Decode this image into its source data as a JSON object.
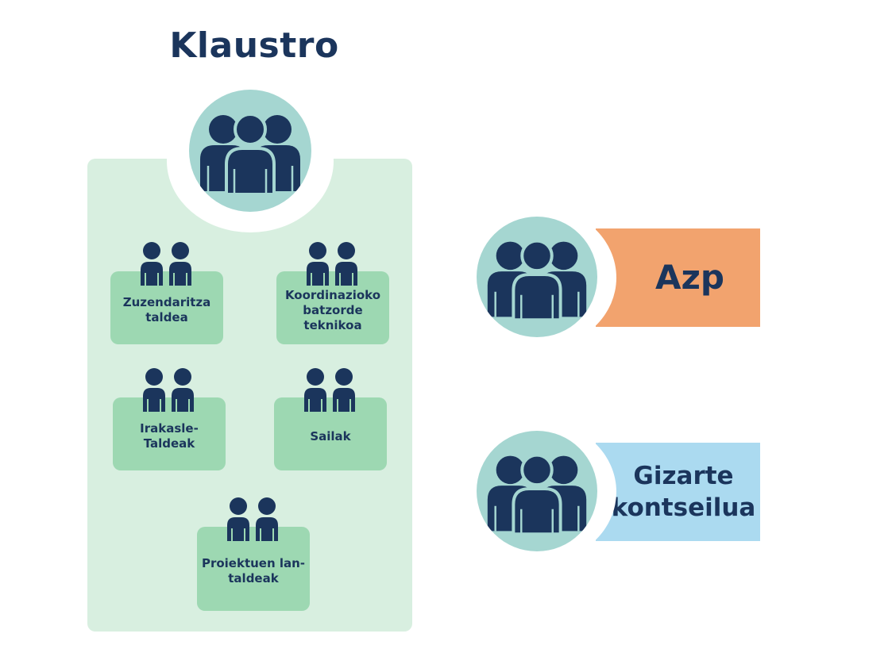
{
  "title": "Klaustro",
  "colors": {
    "navy": "#1b355c",
    "circle": "#a5d6d1",
    "panel": "#d8efe0",
    "box": "#9dd8b2",
    "azp": "#f2a36e",
    "gizarte": "#abdaf0"
  },
  "icons": {
    "group": "group-of-people-icon",
    "pair": "two-people-icon"
  },
  "subgroups": [
    {
      "label": "Zuzendaritza\ntaldea"
    },
    {
      "label": "Koordinazioko\nbatzorde\nteknikoa"
    },
    {
      "label": "Irakasle-\nTaldeak"
    },
    {
      "label": "Sailak"
    },
    {
      "label": "Proiektuen lan-\ntaldeak"
    }
  ],
  "bodies": [
    {
      "label": "Azp"
    },
    {
      "label": "Gizarte\nkontseilua"
    }
  ]
}
